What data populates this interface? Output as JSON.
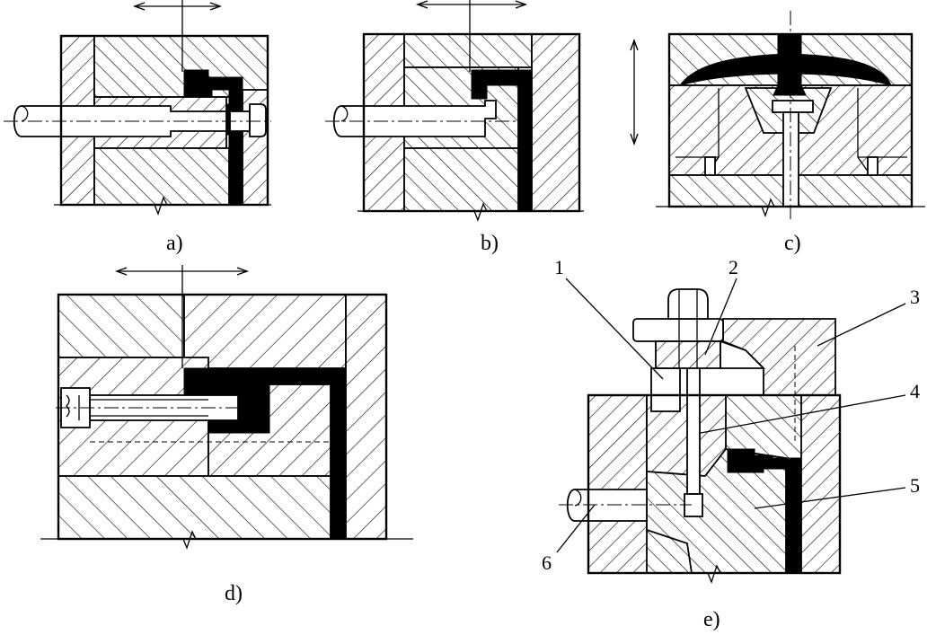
{
  "captions": {
    "a": "a)",
    "b": "b)",
    "c": "c)",
    "d": "d)",
    "e": "e)"
  },
  "callouts": [
    "1",
    "2",
    "3",
    "4",
    "5",
    "6"
  ],
  "colors": {
    "ink": "#000000",
    "paper": "#ffffff"
  }
}
